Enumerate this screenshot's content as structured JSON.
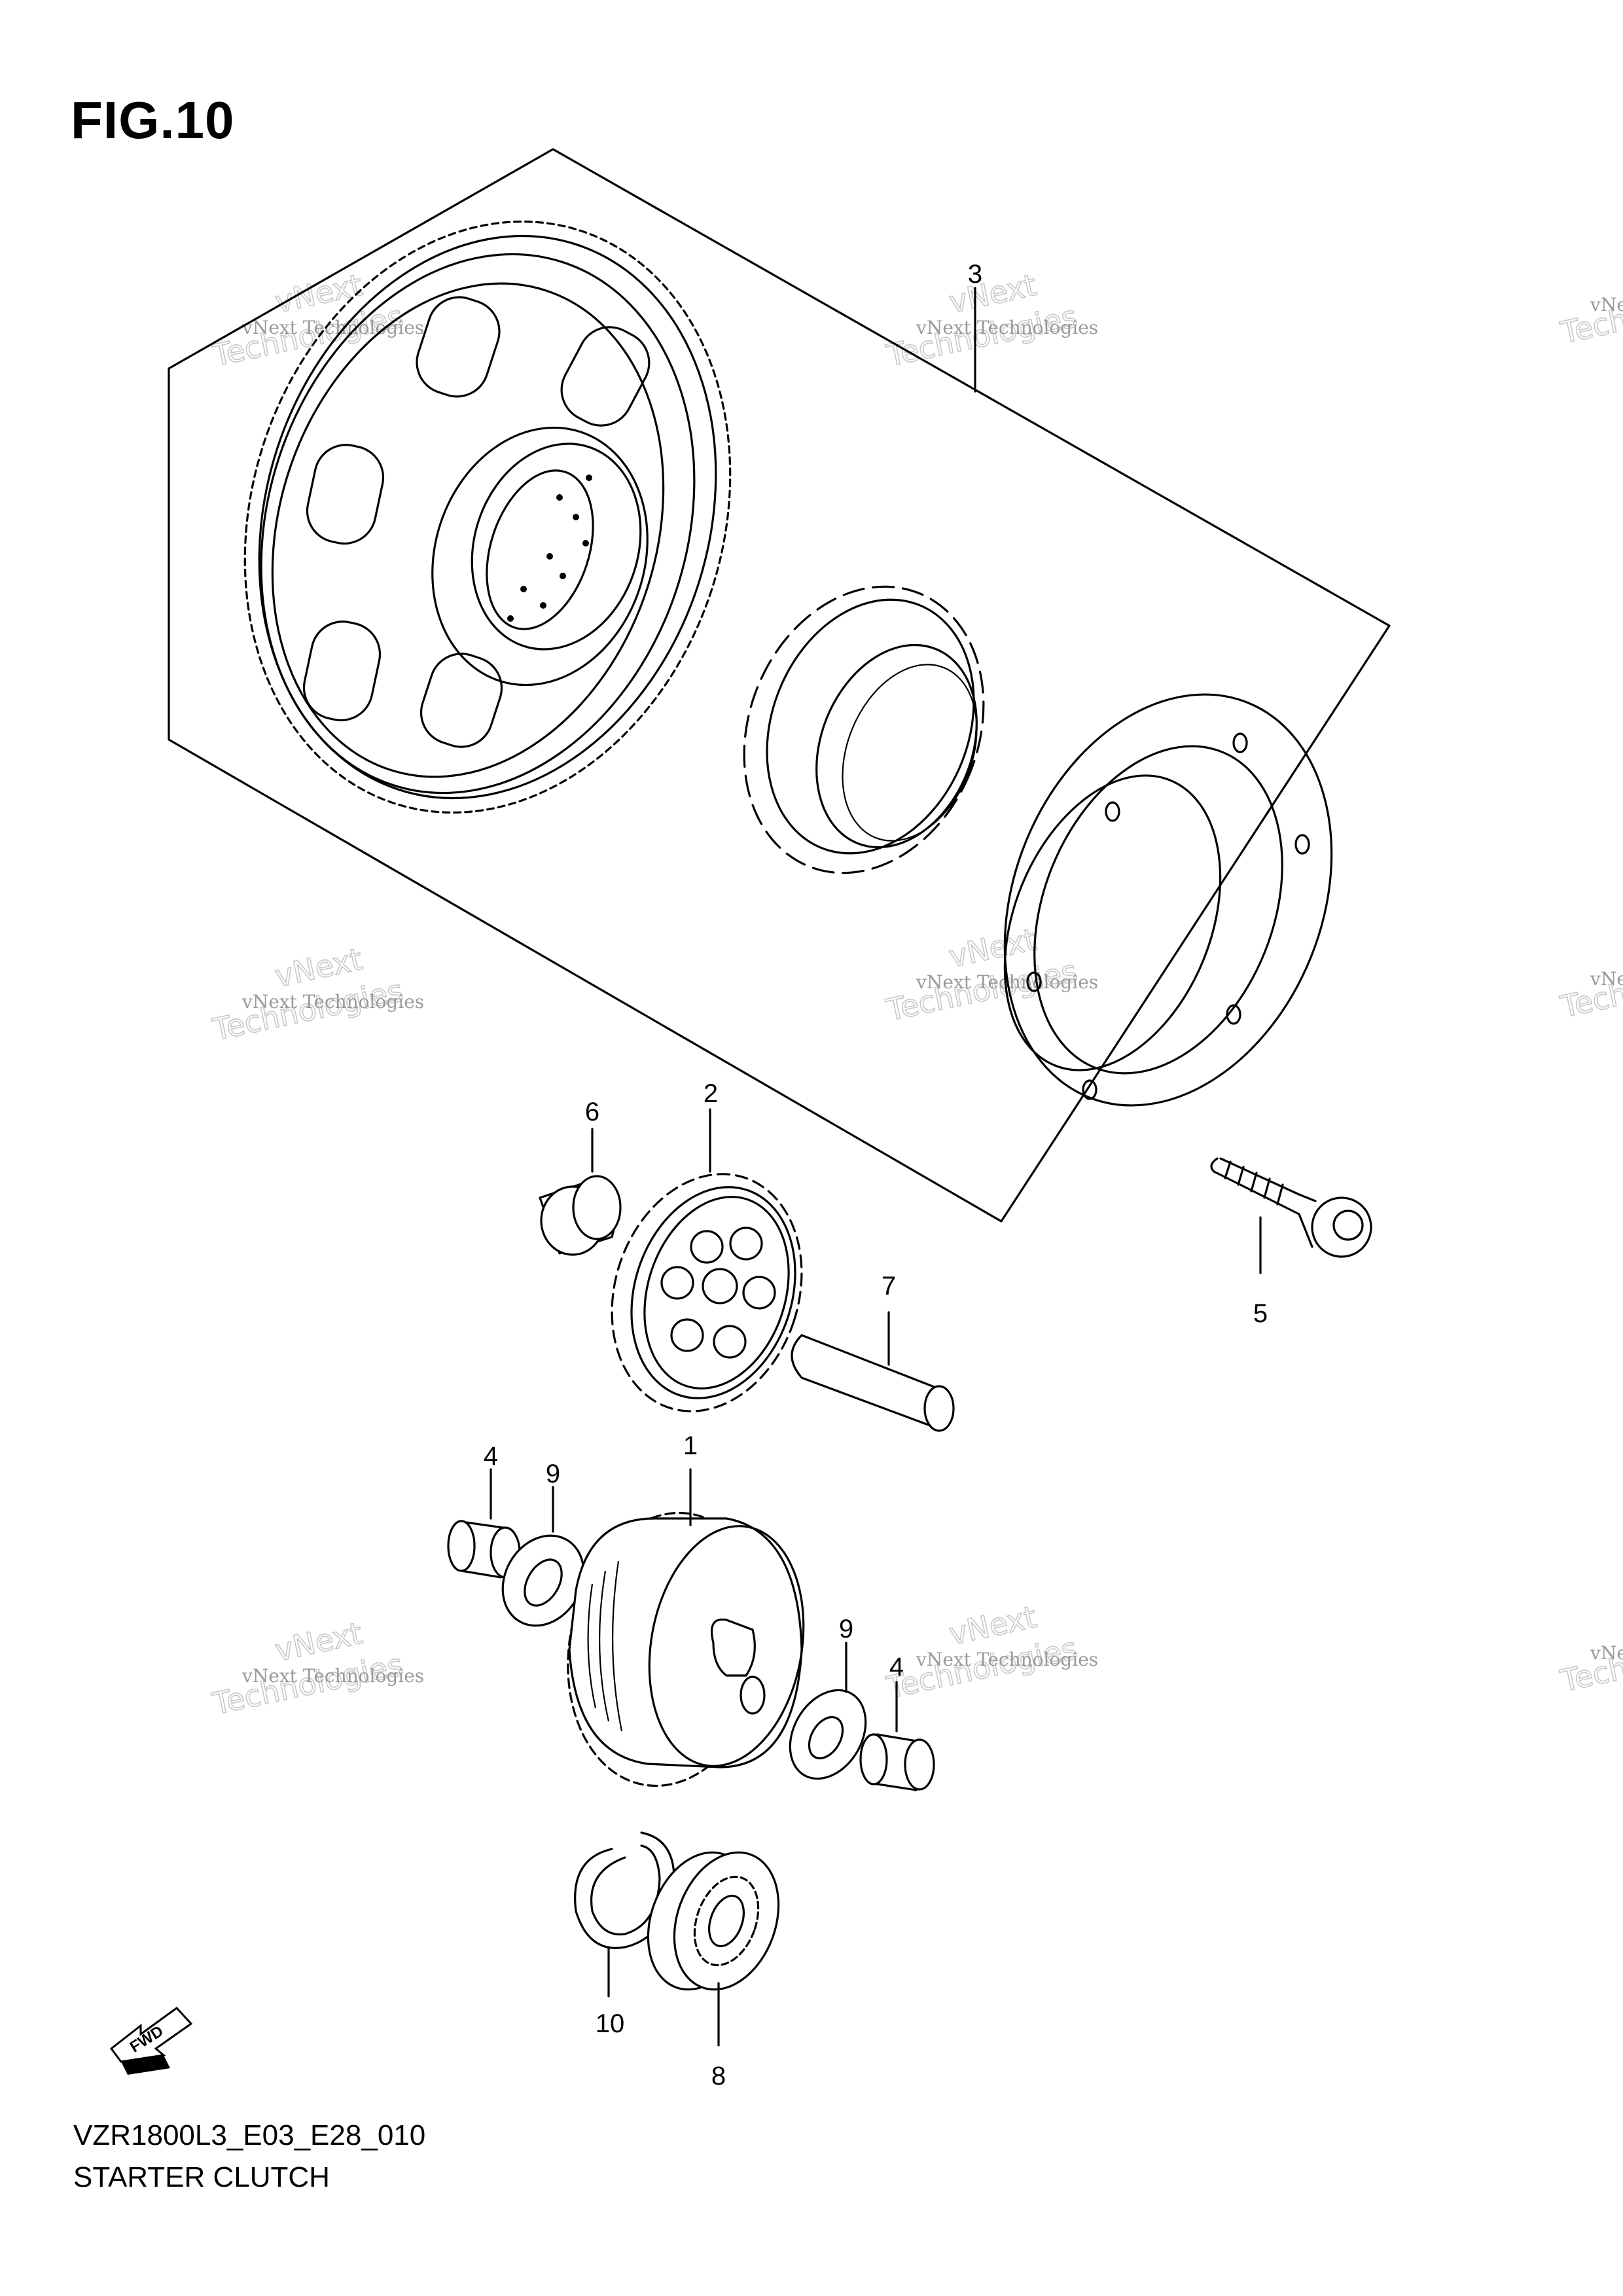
{
  "figure": {
    "title": "FIG.10"
  },
  "footer": {
    "code": "VZR1800L3_E03_E28_010",
    "name": "STARTER CLUTCH"
  },
  "fwd_label": "FWD",
  "watermark": {
    "line1": "vNext Technologies",
    "line2": "vNext",
    "line3": "Technologies"
  },
  "callouts": [
    {
      "id": "c3",
      "label": "3"
    },
    {
      "id": "c6",
      "label": "6"
    },
    {
      "id": "c2",
      "label": "2"
    },
    {
      "id": "c7",
      "label": "7"
    },
    {
      "id": "c5",
      "label": "5"
    },
    {
      "id": "c4a",
      "label": "4"
    },
    {
      "id": "c9a",
      "label": "9"
    },
    {
      "id": "c1",
      "label": "1"
    },
    {
      "id": "c9b",
      "label": "9"
    },
    {
      "id": "c4b",
      "label": "4"
    },
    {
      "id": "c10",
      "label": "10"
    },
    {
      "id": "c8",
      "label": "8"
    }
  ]
}
